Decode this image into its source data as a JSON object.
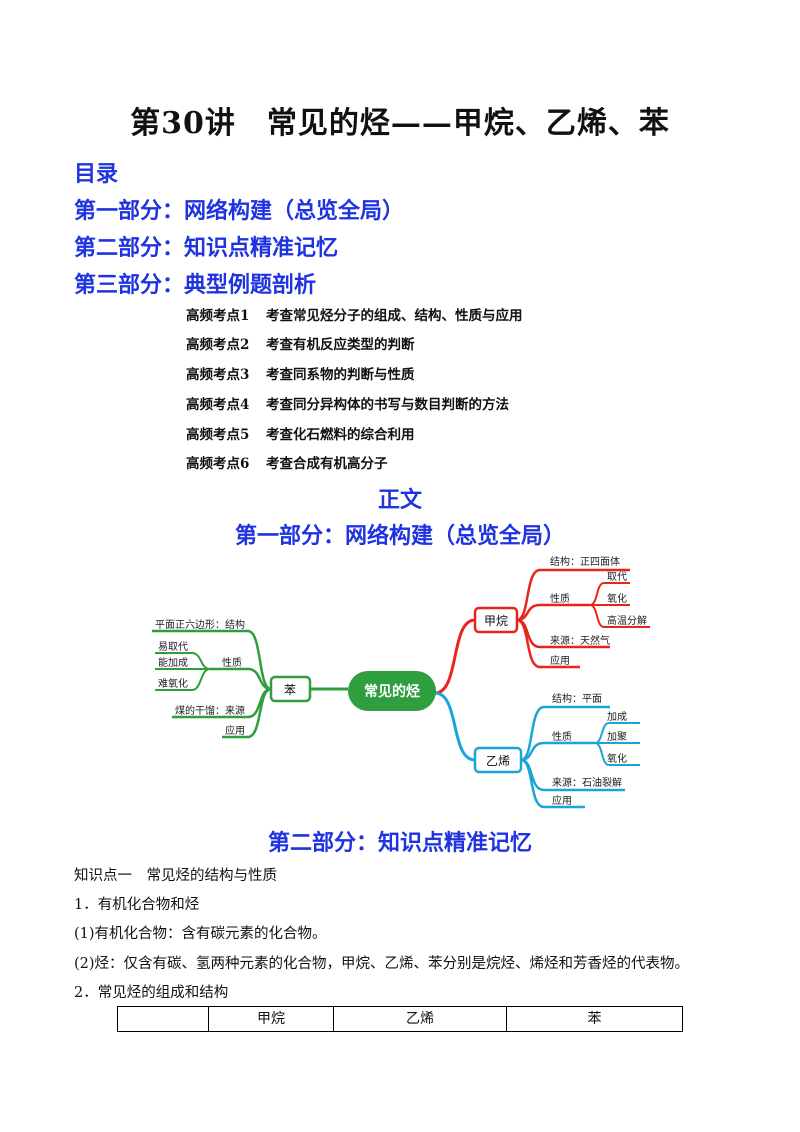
{
  "document": {
    "title": "第30讲　常见的烃——甲烷、乙烯、苯"
  },
  "toc": {
    "heading": "目录",
    "parts": [
      "第一部分：网络构建（总览全局）",
      "第二部分：知识点精准记忆",
      "第三部分：典型例题剖析"
    ],
    "points": [
      {
        "key": "高频考点1",
        "text": "考查常见烃分子的组成、结构、性质与应用"
      },
      {
        "key": "高频考点2",
        "text": "考查有机反应类型的判断"
      },
      {
        "key": "高频考点3",
        "text": "考查同系物的判断与性质"
      },
      {
        "key": "高频考点4",
        "text": "考查同分异构体的书写与数目判断的方法"
      },
      {
        "key": "高频考点5",
        "text": "考查化石燃料的综合利用"
      },
      {
        "key": "高频考点6",
        "text": "考查合成有机高分子"
      }
    ]
  },
  "body": {
    "label": "正文",
    "part1": "第一部分：网络构建（总览全局）",
    "part2": "第二部分：知识点精准记忆"
  },
  "mindmap": {
    "center": "常见的烃",
    "methane": {
      "name": "甲烷",
      "structure": "结构：正四面体",
      "property": "性质",
      "props": [
        "取代",
        "氧化",
        "高温分解"
      ],
      "source": "来源：天然气",
      "use": "应用"
    },
    "ethylene": {
      "name": "乙烯",
      "structure": "结构：平面",
      "property": "性质",
      "props": [
        "加成",
        "加聚",
        "氧化"
      ],
      "source": "来源：石油裂解",
      "use": "应用"
    },
    "benzene": {
      "name": "苯",
      "structure": "平面正六边形：结构",
      "property": "性质",
      "props": [
        "易取代",
        "能加成",
        "难氧化"
      ],
      "source": "煤的干馏：来源",
      "use": "应用"
    },
    "colors": {
      "center": "#2e9e3e",
      "methane": "#e8241c",
      "ethylene": "#1aa4d8",
      "benzene": "#2e9e3e"
    }
  },
  "knowledge": {
    "point1": "知识点一　常见烃的结构与性质",
    "item1": "1．有机化合物和烃",
    "item1a": "(1)有机化合物：含有碳元素的化合物。",
    "item1b": "(2)烃：仅含有碳、氢两种元素的化合物，甲烷、乙烯、苯分别是烷烃、烯烃和芳香烃的代表物。",
    "item2": "2．常见烃的组成和结构"
  },
  "table": {
    "headers": [
      "",
      "甲烷",
      "乙烯",
      "苯"
    ]
  }
}
